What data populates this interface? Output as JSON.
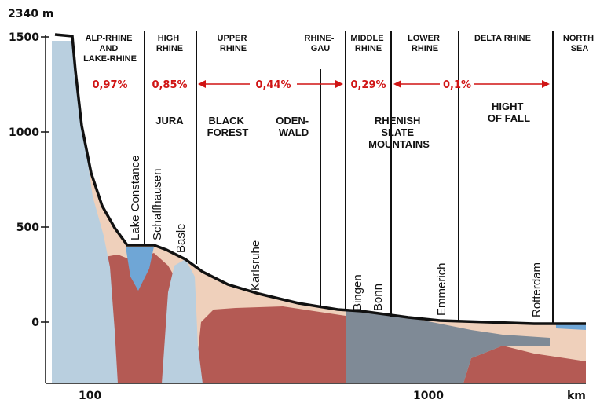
{
  "axis": {
    "top_label": "2340 m",
    "y_ticks": [
      "1500",
      "1000",
      "500",
      "0"
    ],
    "x_ticks": [
      "100",
      "1000"
    ],
    "x_unit": "km"
  },
  "sections": [
    [
      "ALP-RHINE",
      "AND",
      "LAKE-RHINE"
    ],
    [
      "HIGH",
      "RHINE"
    ],
    [
      "UPPER",
      "RHINE"
    ],
    [
      "RHINE-",
      "GAU"
    ],
    [
      "MIDDLE",
      "RHINE"
    ],
    [
      "LOWER",
      "RHINE"
    ],
    [
      "DELTA RHINE"
    ],
    [
      "NORTH",
      "SEA"
    ]
  ],
  "gradients": [
    "0,97%",
    "0,85%",
    "0,44%",
    "0,29%",
    "0,1%"
  ],
  "regions": [
    [
      "JURA"
    ],
    [
      "BLACK",
      "FOREST"
    ],
    [
      "ODEN-",
      "WALD"
    ],
    [
      "RHENISH",
      "SLATE",
      "MOUNTAINS"
    ],
    [
      "HIGHT",
      "OF FALL"
    ]
  ],
  "places": [
    "Lake Constance",
    "Schaffhausen",
    "Basle",
    "Karlsruhe",
    "Bingen",
    "Bonn",
    "Emmerich",
    "Rotterdam"
  ],
  "colors": {
    "pale_blue": "#b9cfdf",
    "peach": "#efd0bb",
    "red_rock": "#b45a54",
    "slate": "#7f8a96",
    "lake_blue": "#6fa6d6",
    "gradient_red": "#d01414"
  }
}
